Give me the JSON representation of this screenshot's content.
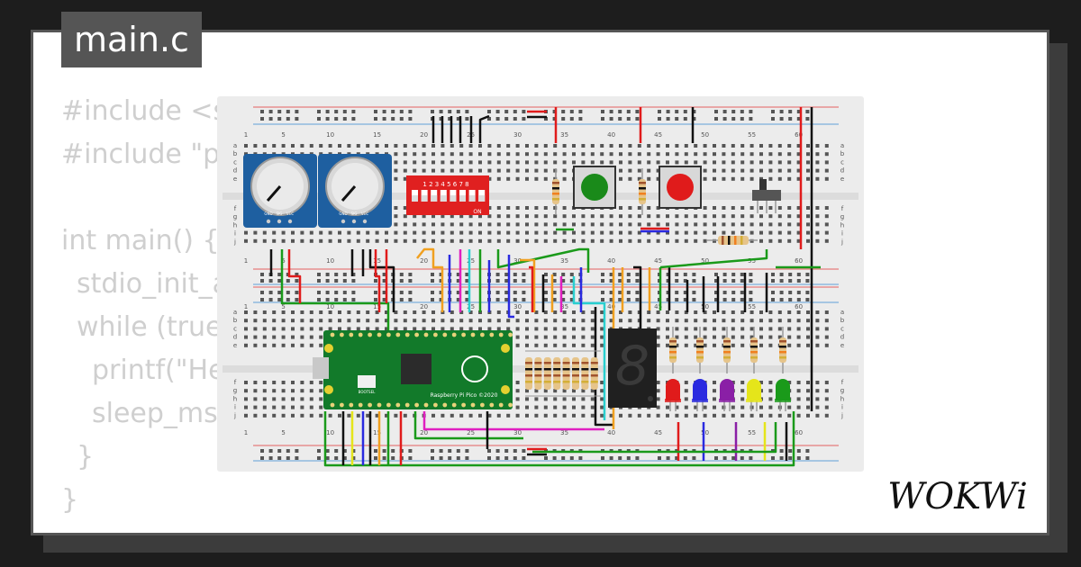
{
  "editor": {
    "file_tab": "main.c",
    "code_lines": [
      {
        "text": "#include <s",
        "indent": 0
      },
      {
        "text": "#include \"p",
        "indent": 0
      },
      {
        "text": "",
        "indent": 0
      },
      {
        "text": "int main() {",
        "indent": 0
      },
      {
        "text": "stdio_init_a",
        "indent": 1
      },
      {
        "text": "while (true",
        "indent": 1
      },
      {
        "text": "printf(\"He",
        "indent": 2
      },
      {
        "text": "sleep_ms",
        "indent": 2
      },
      {
        "text": "}",
        "indent": 1
      },
      {
        "text": "}",
        "indent": 0
      }
    ]
  },
  "breadboard": {
    "column_numbers": [
      "1",
      "5",
      "10",
      "15",
      "20",
      "25",
      "30",
      "35",
      "40",
      "45",
      "50",
      "55",
      "60"
    ],
    "row_letters_top": [
      "a",
      "b",
      "c",
      "d",
      "e"
    ],
    "row_letters_bottom": [
      "f",
      "g",
      "h",
      "i",
      "j"
    ],
    "dip_switch_labels": "1 2 3 4 5 6 7 8",
    "dip_switch_on": "ON",
    "potentiometer_pins": [
      "GND",
      "SIG",
      "VCC"
    ],
    "pico_label": "Raspberry Pi Pico ©2020",
    "pico_bootsel": "BOOTSEL",
    "button_colors": [
      "#1a8a1a",
      "#e01b1b"
    ],
    "led_colors": [
      "#e01b1b",
      "#2a2ae0",
      "#8a1fa6",
      "#e5e51a",
      "#1a9a1a"
    ],
    "seven_segment_digit": "8"
  },
  "brand": {
    "logo_text": "WOKWi"
  }
}
